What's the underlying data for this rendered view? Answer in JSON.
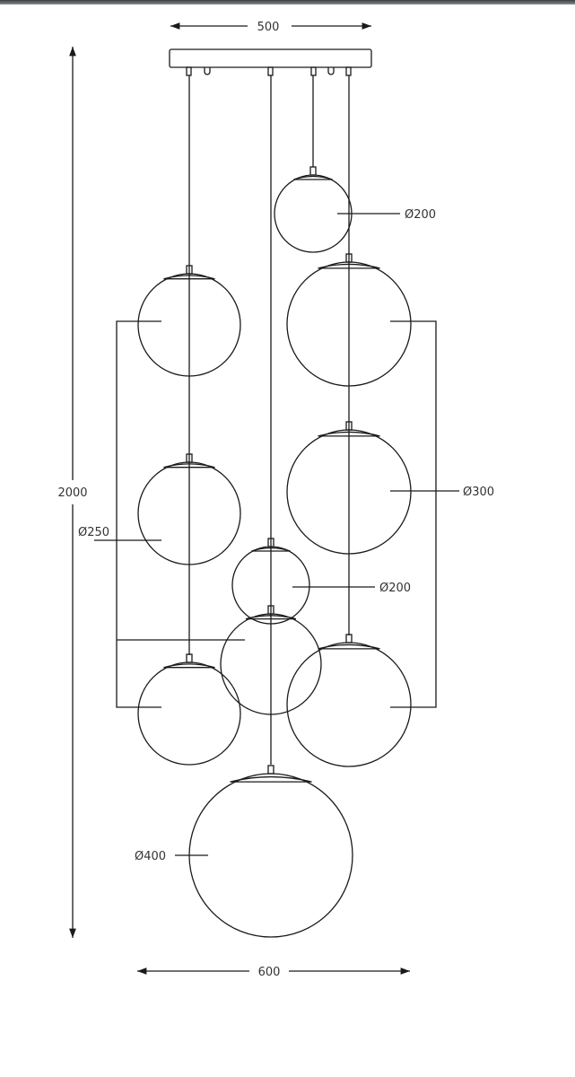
{
  "title": "Pendant lamp dimension drawing",
  "dimensions": {
    "canopy_width": "500",
    "total_height": "2000",
    "total_width": "600"
  },
  "globe_labels": {
    "top_right": "Ø200",
    "right": "Ø300",
    "left": "Ø250",
    "center": "Ø200",
    "bottom": "Ø400"
  },
  "line_color": "#1a1a1a"
}
